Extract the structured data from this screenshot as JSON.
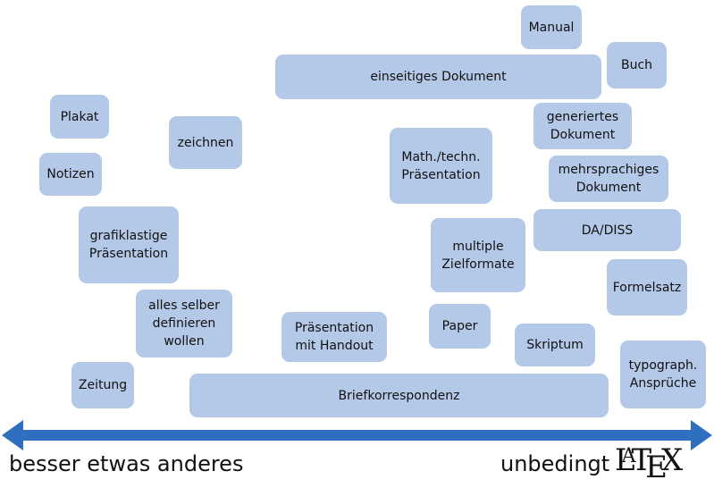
{
  "boxes": {
    "manual": "Manual",
    "buch": "Buch",
    "einseitiges_dokument": "einseitiges Dokument",
    "plakat": "Plakat",
    "zeichnen": "zeichnen",
    "generiertes_dokument": "generiertes\nDokument",
    "math_praesentation": "Math./techn.\nPräsentation",
    "notizen": "Notizen",
    "mehrsprachiges_dokument": "mehrsprachiges\nDokument",
    "grafiklastige_praesentation": "grafiklastige\nPräsentation",
    "da_diss": "DA/DISS",
    "multiple_zielformate": "multiple\nZielformate",
    "formelsatz": "Formelsatz",
    "alles_selber": "alles selber\ndefinieren\nwollen",
    "praesentation_handout": "Präsentation\nmit Handout",
    "paper": "Paper",
    "skriptum": "Skriptum",
    "zeitung": "Zeitung",
    "typograph": "typograph.\nAnsprüche",
    "briefkorrespondenz": "Briefkorrespondenz"
  },
  "axis": {
    "left_label": "besser etwas anderes",
    "right_label": "unbedingt",
    "latex_logo": "LaTeX",
    "color": "#2f6fc0"
  },
  "box_color": "#b4c9e8"
}
